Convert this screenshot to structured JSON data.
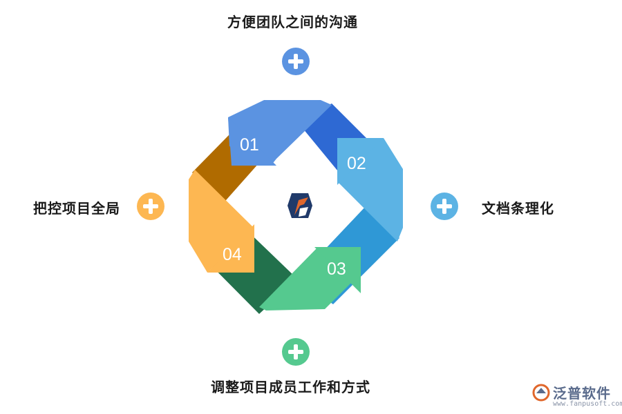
{
  "steps": [
    {
      "number": "01",
      "label": "方便团队之间的沟通",
      "color": "#5b93e1"
    },
    {
      "number": "02",
      "label": "文档条理化",
      "color": "#5cb3e4"
    },
    {
      "number": "03",
      "label": "调整项目成员工作和方式",
      "color": "#55c98f"
    },
    {
      "number": "04",
      "label": "把控项目全局",
      "color": "#fdb752"
    }
  ],
  "icons": {
    "center": "brand-logo-icon",
    "step_marker": "plus-icon"
  },
  "watermark": {
    "brand": "泛普软件",
    "url": "www.fanpusoft.com"
  }
}
